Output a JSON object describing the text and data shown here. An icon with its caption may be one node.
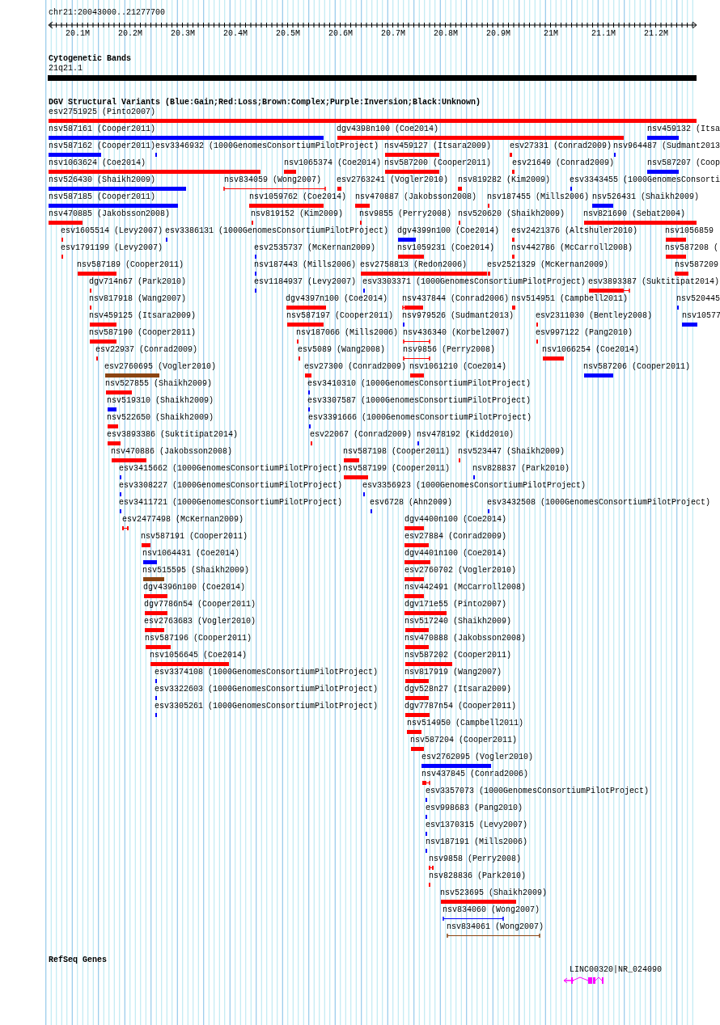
{
  "diagram": {
    "labels": [
      "chr21:20043000..21277700",
      "20.1M",
      "20.2M",
      "20.3M",
      "20.4M",
      "20.5M",
      "20.6M",
      "20.7M",
      "20.8M",
      "20.9M",
      "21M",
      "21.1M",
      "21.2M",
      "Cytogenetic Bands",
      "21q21.1",
      "DGV Structural Variants (Blue:Gain;Red:Loss;Brown:Complex;Purple:Inversion;Black:Unknown)",
      "esv2751925 (Pinto2007)",
      "nsv587161 (Cooper2011)",
      "dgv4398n100 (Coe2014)",
      "nsv459132 (Itsa",
      "nsv587162 (Cooper2011)",
      "esv3346932 (1000GenomesConsortiumPilotProject)",
      "nsv459127 (Itsara2009)",
      "esv27331 (Conrad2009)",
      "nsv964487 (Sudmant2013",
      "nsv1063624 (Coe2014)",
      "nsv1065374 (Coe2014)",
      "nsv587200 (Cooper2011)",
      "esv21649 (Conrad2009)",
      "nsv587207 (Coop",
      "nsv526430 (Shaikh2009)",
      "nsv834059 (Wong2007)",
      "esv2763241 (Vogler2010)",
      "nsv819282 (Kim2009)",
      "esv3343455 (1000GenomesConsorti",
      "nsv587185 (Cooper2011)",
      "nsv1059762 (Coe2014)",
      "nsv470887 (Jakobsson2008)",
      "nsv187455 (Mills2006)",
      "nsv526431 (Shaikh2009)",
      "nsv470885 (Jakobsson2008)",
      "nsv819152 (Kim2009)",
      "nsv9855 (Perry2008)",
      "nsv520620 (Shaikh2009)",
      "nsv821690 (Sebat2004)",
      "esv1605514 (Levy2007)",
      "esv3386131 (1000GenomesConsortiumPilotProject)",
      "dgv4399n100 (Coe2014)",
      "esv2421376 (Altshuler2010)",
      "nsv1056859",
      "esv1791199 (Levy2007)",
      "esv2535737 (McKernan2009)",
      "nsv1059231 (Coe2014)",
      "nsv442786 (McCarroll2008)",
      "nsv587208 (",
      "nsv587189 (Cooper2011)",
      "nsv187443 (Mills2006)",
      "esv2758813 (Redon2006)",
      "esv2521329 (McKernan2009)",
      "nsv587209",
      "dgv714n67 (Park2010)",
      "esv1184937 (Levy2007)",
      "esv3303371 (1000GenomesConsortiumPilotProject)",
      "esv3893387 (Suktitipat2014)",
      "nsv817918 (Wang2007)",
      "dgv4397n100 (Coe2014)",
      "nsv437844 (Conrad2006)",
      "nsv514951 (Campbell2011)",
      "nsv520445",
      "nsv459125 (Itsara2009)",
      "nsv587197 (Cooper2011)",
      "nsv979526 (Sudmant2013)",
      "esv2311030 (Bentley2008)",
      "nsv10577",
      "nsv587190 (Cooper2011)",
      "nsv187066 (Mills2006)",
      "nsv436340 (Korbel2007)",
      "esv997122 (Pang2010)",
      "esv22937 (Conrad2009)",
      "esv5089 (Wang2008)",
      "nsv9856 (Perry2008)",
      "nsv1066254 (Coe2014)",
      "esv2760695 (Vogler2010)",
      "esv27300 (Conrad2009)",
      "nsv1061210 (Coe2014)",
      "nsv587206 (Cooper2011)",
      "nsv527855 (Shaikh2009)",
      "esv3410310 (1000GenomesConsortiumPilotProject)",
      "nsv519310 (Shaikh2009)",
      "esv3307587 (1000GenomesConsortiumPilotProject)",
      "nsv522650 (Shaikh2009)",
      "esv3391666 (1000GenomesConsortiumPilotProject)",
      "esv3893386 (Suktitipat2014)",
      "esv22067 (Conrad2009)",
      "nsv478192 (Kidd2010)",
      "nsv470886 (Jakobsson2008)",
      "nsv587198 (Cooper2011)",
      "nsv523447 (Shaikh2009)",
      "esv3415662 (1000GenomesConsortiumPilotProject)",
      "nsv587199 (Cooper2011)",
      "nsv828837 (Park2010)",
      "esv3308227 (1000GenomesConsortiumPilotProject)",
      "esv3356923 (1000GenomesConsortiumPilotProject)",
      "esv3411721 (1000GenomesConsortiumPilotProject)",
      "esv6728 (Ahn2009)",
      "esv3432508 (1000GenomesConsortiumPilotProject)",
      "esv2477498 (McKernan2009)",
      "dgv4400n100 (Coe2014)",
      "nsv587191 (Cooper2011)",
      "esv27884 (Conrad2009)",
      "nsv1064431 (Coe2014)",
      "dgv4401n100 (Coe2014)",
      "nsv515595 (Shaikh2009)",
      "esv2760702 (Vogler2010)",
      "dgv4396n100 (Coe2014)",
      "nsv442491 (McCarroll2008)",
      "dgv7786n54 (Cooper2011)",
      "dgv171e55 (Pinto2007)",
      "esv2763683 (Vogler2010)",
      "nsv517240 (Shaikh2009)",
      "nsv587196 (Cooper2011)",
      "nsv470888 (Jakobsson2008)",
      "nsv1056645 (Coe2014)",
      "nsv587202 (Cooper2011)",
      "esv3374108 (1000GenomesConsortiumPilotProject)",
      "nsv817919 (Wang2007)",
      "esv3322603 (1000GenomesConsortiumPilotProject)",
      "dgv528n27 (Itsara2009)",
      "esv3305261 (1000GenomesConsortiumPilotProject)",
      "dgv7787n54 (Cooper2011)",
      "nsv514950 (Campbell2011)",
      "nsv587204 (Cooper2011)",
      "esv2762095 (Vogler2010)",
      "nsv437845 (Conrad2006)",
      "esv3357073 (1000GenomesConsortiumPilotProject)",
      "esv998683 (Pang2010)",
      "esv1370315 (Levy2007)",
      "nsv187191 (Mills2006)",
      "nsv9858 (Perry2008)",
      "nsv828836 (Park2010)",
      "nsv523695 (Shaikh2009)",
      "nsv834060 (Wong2007)",
      "nsv834061 (Wong2007)",
      "RefSeq Genes",
      "LINC00320|NR_024090"
    ]
  }
}
